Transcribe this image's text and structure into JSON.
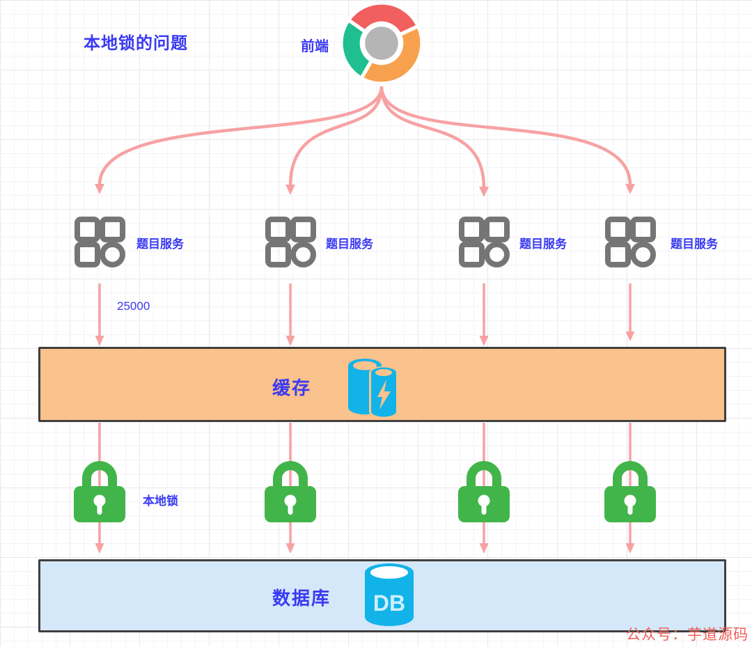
{
  "title": "本地锁的问题",
  "frontend": {
    "label": "前端",
    "icon": "chrome-browser-icon"
  },
  "services": [
    {
      "label": "题目服务",
      "icon": "app-grid-icon"
    },
    {
      "label": "题目服务",
      "icon": "app-grid-icon"
    },
    {
      "label": "题目服务",
      "icon": "app-grid-icon"
    },
    {
      "label": "题目服务",
      "icon": "app-grid-icon"
    }
  ],
  "qps_label": "25000",
  "cache": {
    "label": "缓存",
    "icon": "redis-cylinders-icon"
  },
  "local_lock": {
    "label": "本地锁",
    "icon": "padlock-icon",
    "count": 4
  },
  "database": {
    "label": "数据库",
    "icon": "db-cylinder-icon",
    "icon_label": "DB"
  },
  "watermark": "公众号：芋道源码",
  "colors": {
    "label_blue": "#3a3af2",
    "arrow_pink": "#f7a1a3",
    "service_icon_gray": "#757575",
    "lock_green": "#41b549",
    "cylinder_cyan": "#12b3e8",
    "cache_bar_fill": "#fac28c",
    "db_bar_fill": "#d5e8fa",
    "bar_border": "#3f3f3f",
    "chrome_red": "#f25f5f",
    "chrome_green": "#1fbf8f",
    "chrome_orange": "#f7a14e",
    "chrome_hub_gray": "#b5b5b5",
    "watermark_red": "#ef6058"
  }
}
